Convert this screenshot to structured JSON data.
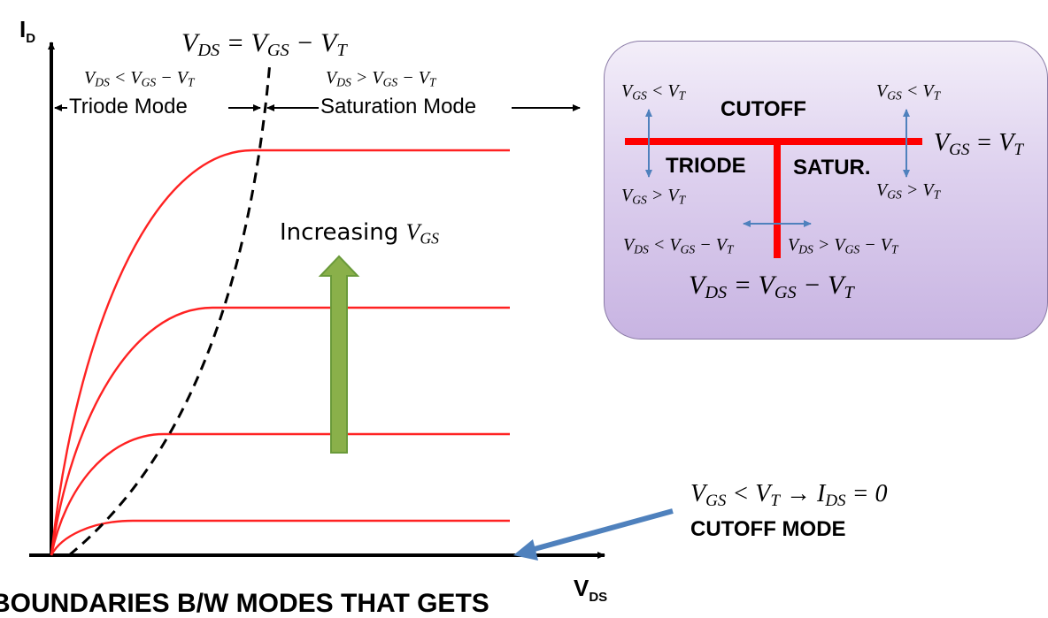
{
  "graph": {
    "y_axis_label": "I",
    "y_axis_sub": "D",
    "x_axis_label": "V",
    "x_axis_sub": "DS",
    "boundary_eq": "V_DS = V_GS − V_T",
    "triode_condition": "V_DS < V_GS − V_T",
    "saturation_condition": "V_DS > V_GS − V_T",
    "triode_mode": "Triode Mode",
    "saturation_mode": "Saturation Mode",
    "increasing_text": "Increasing",
    "increasing_var": "V_GS",
    "cutoff_eq": "V_GS < V_T → I_DS = 0",
    "cutoff_mode": "CUTOFF MODE",
    "bottom_cut_text": "BOUNDARIES B/W MODES THAT GETS",
    "colors": {
      "curves": "#ff2222",
      "arrow_fill": "#8ab04a",
      "arrow_stroke": "#6a9a3a",
      "pointer": "#4f81bd"
    }
  },
  "callout": {
    "cutoff": "CUTOFF",
    "triode": "TRIODE",
    "satur": "SATUR.",
    "vgs_lt_vt_left": "V_GS < V_T",
    "vgs_lt_vt_right": "V_GS < V_T",
    "vgs_gt_vt_left": "V_GS > V_T",
    "vgs_gt_vt_right": "V_GS > V_T",
    "vgs_eq_vt": "V_GS = V_T",
    "vds_lt": "V_DS < V_GS − V_T",
    "vds_gt": "V_DS > V_GS − V_T",
    "vds_eq": "V_DS = V_GS − V_T",
    "colors": {
      "lines": "#ff0000",
      "arrows": "#4f81bd"
    }
  }
}
